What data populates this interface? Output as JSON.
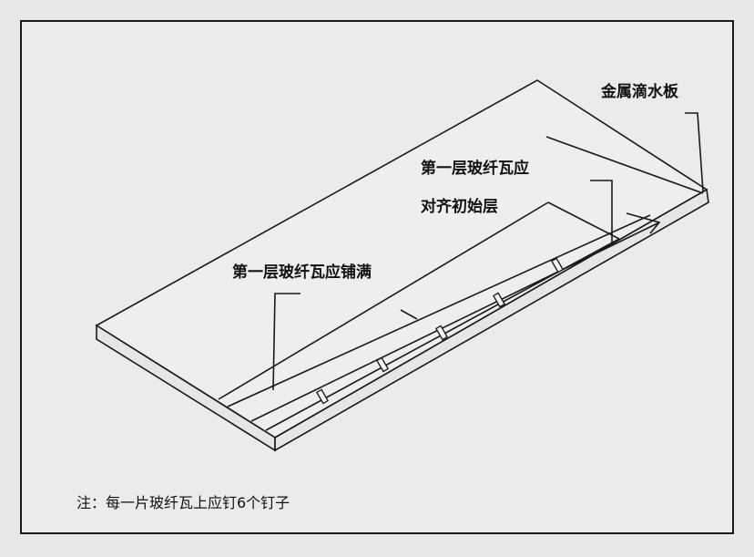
{
  "labels": {
    "drip_edge": "金属滴水板",
    "align_line1": "第一层玻纤瓦应",
    "align_line2": "对齐初始层",
    "full_cover": "第一层玻纤瓦应铺满"
  },
  "note": "注：每一片玻纤瓦上应钉6个钉子",
  "nail_count": 6
}
